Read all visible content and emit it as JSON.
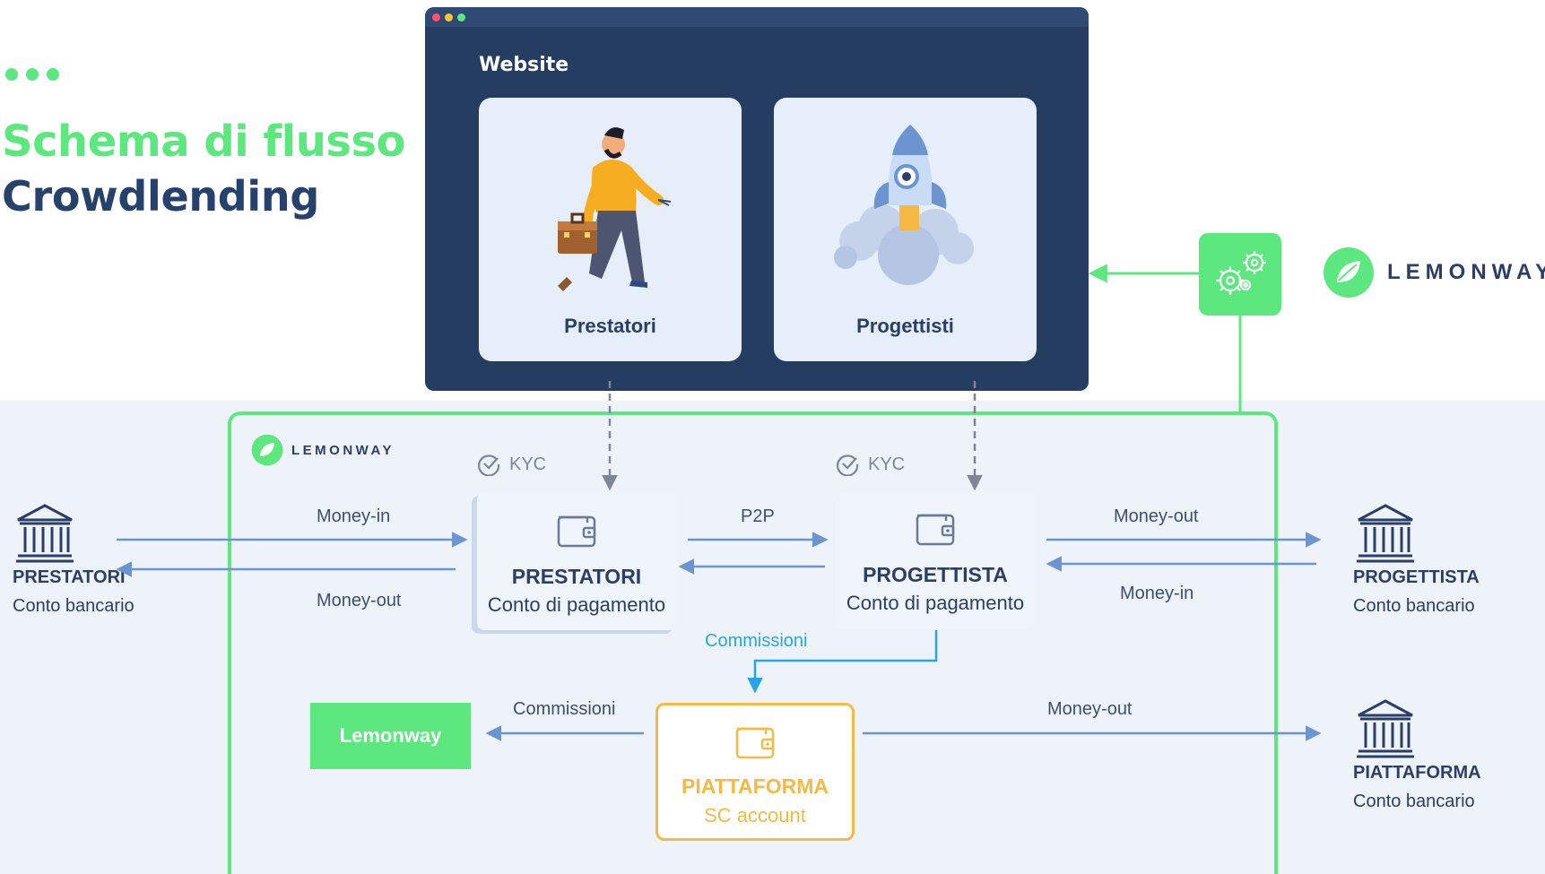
{
  "title": {
    "line1": "Schema di flusso",
    "line2": "Crowdlending"
  },
  "website": {
    "title": "Website",
    "card_left": "Prestatori",
    "card_right": "Progettisti"
  },
  "brand": {
    "name": "LEMONWAY",
    "button": "Lemonway"
  },
  "kyc_label": "KYC",
  "accounts": {
    "prestatori": {
      "name": "PRESTATORI",
      "type": "Conto di pagamento"
    },
    "progettista": {
      "name": "PROGETTISTA",
      "type": "Conto di pagamento"
    },
    "piattaforma": {
      "name": "PIATTAFORMA",
      "type": "SC account"
    }
  },
  "flows": {
    "left_in": "Money-in",
    "left_out": "Money-out",
    "p2p": "P2P",
    "right_out": "Money-out",
    "right_in": "Money-in",
    "commissioni_blue": "Commissioni",
    "commissioni": "Commissioni",
    "platform_out": "Money-out"
  },
  "banks": {
    "prestatori": {
      "name": "PRESTATORI",
      "sub": "Conto bancario"
    },
    "progettista": {
      "name": "PROGETTISTA",
      "sub": "Conto bancario"
    },
    "piattaforma": {
      "name": "PIATTAFORMA",
      "sub": "Conto bancario"
    }
  },
  "colors": {
    "green": "#5ce87f",
    "navy": "#253d61",
    "arrow_blue": "#6b94d1",
    "commission_blue": "#26a6e6",
    "orange": "#f5b944"
  }
}
